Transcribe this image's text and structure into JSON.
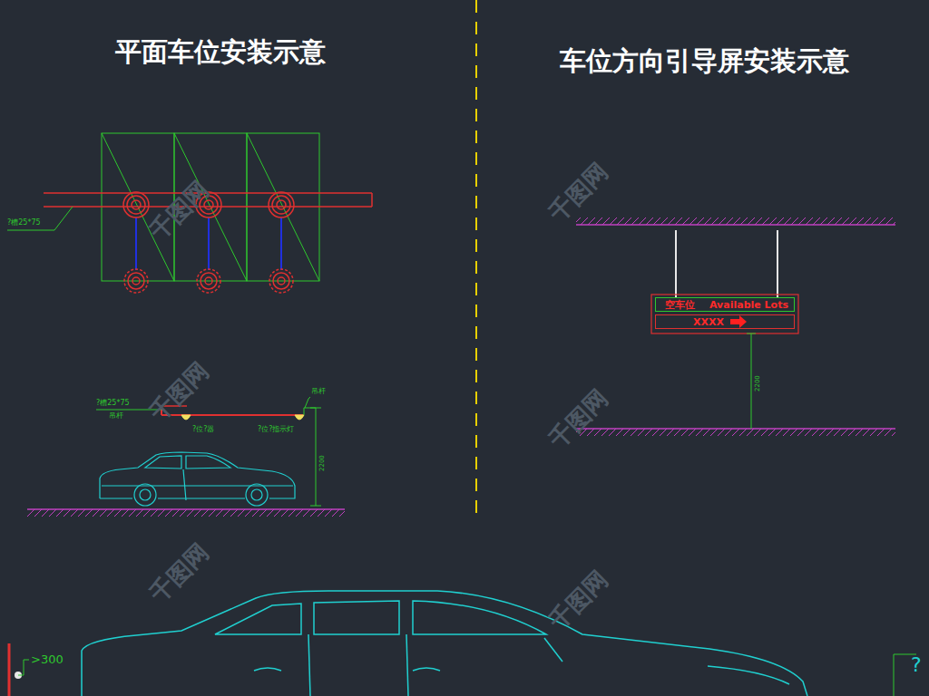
{
  "diagram": {
    "title": "平面车位安装示意",
    "nodes": [
      {
        "text": [
          "空车位",
          "Available Lots"
        ]
      },
      {
        "text": [
          "XXXX"
        ]
      }
    ],
    "labels": [
      "车位方向引导屏安装示意",
      "?槽25*75",
      "?槽25*75",
      "吊杆",
      "?位?器",
      "?位?指示灯",
      "吊杆",
      "2200",
      "2200",
      ">300",
      "?",
      "千图网",
      "千图网",
      "千图网",
      "千图网",
      "千图网",
      "千图网"
    ]
  }
}
